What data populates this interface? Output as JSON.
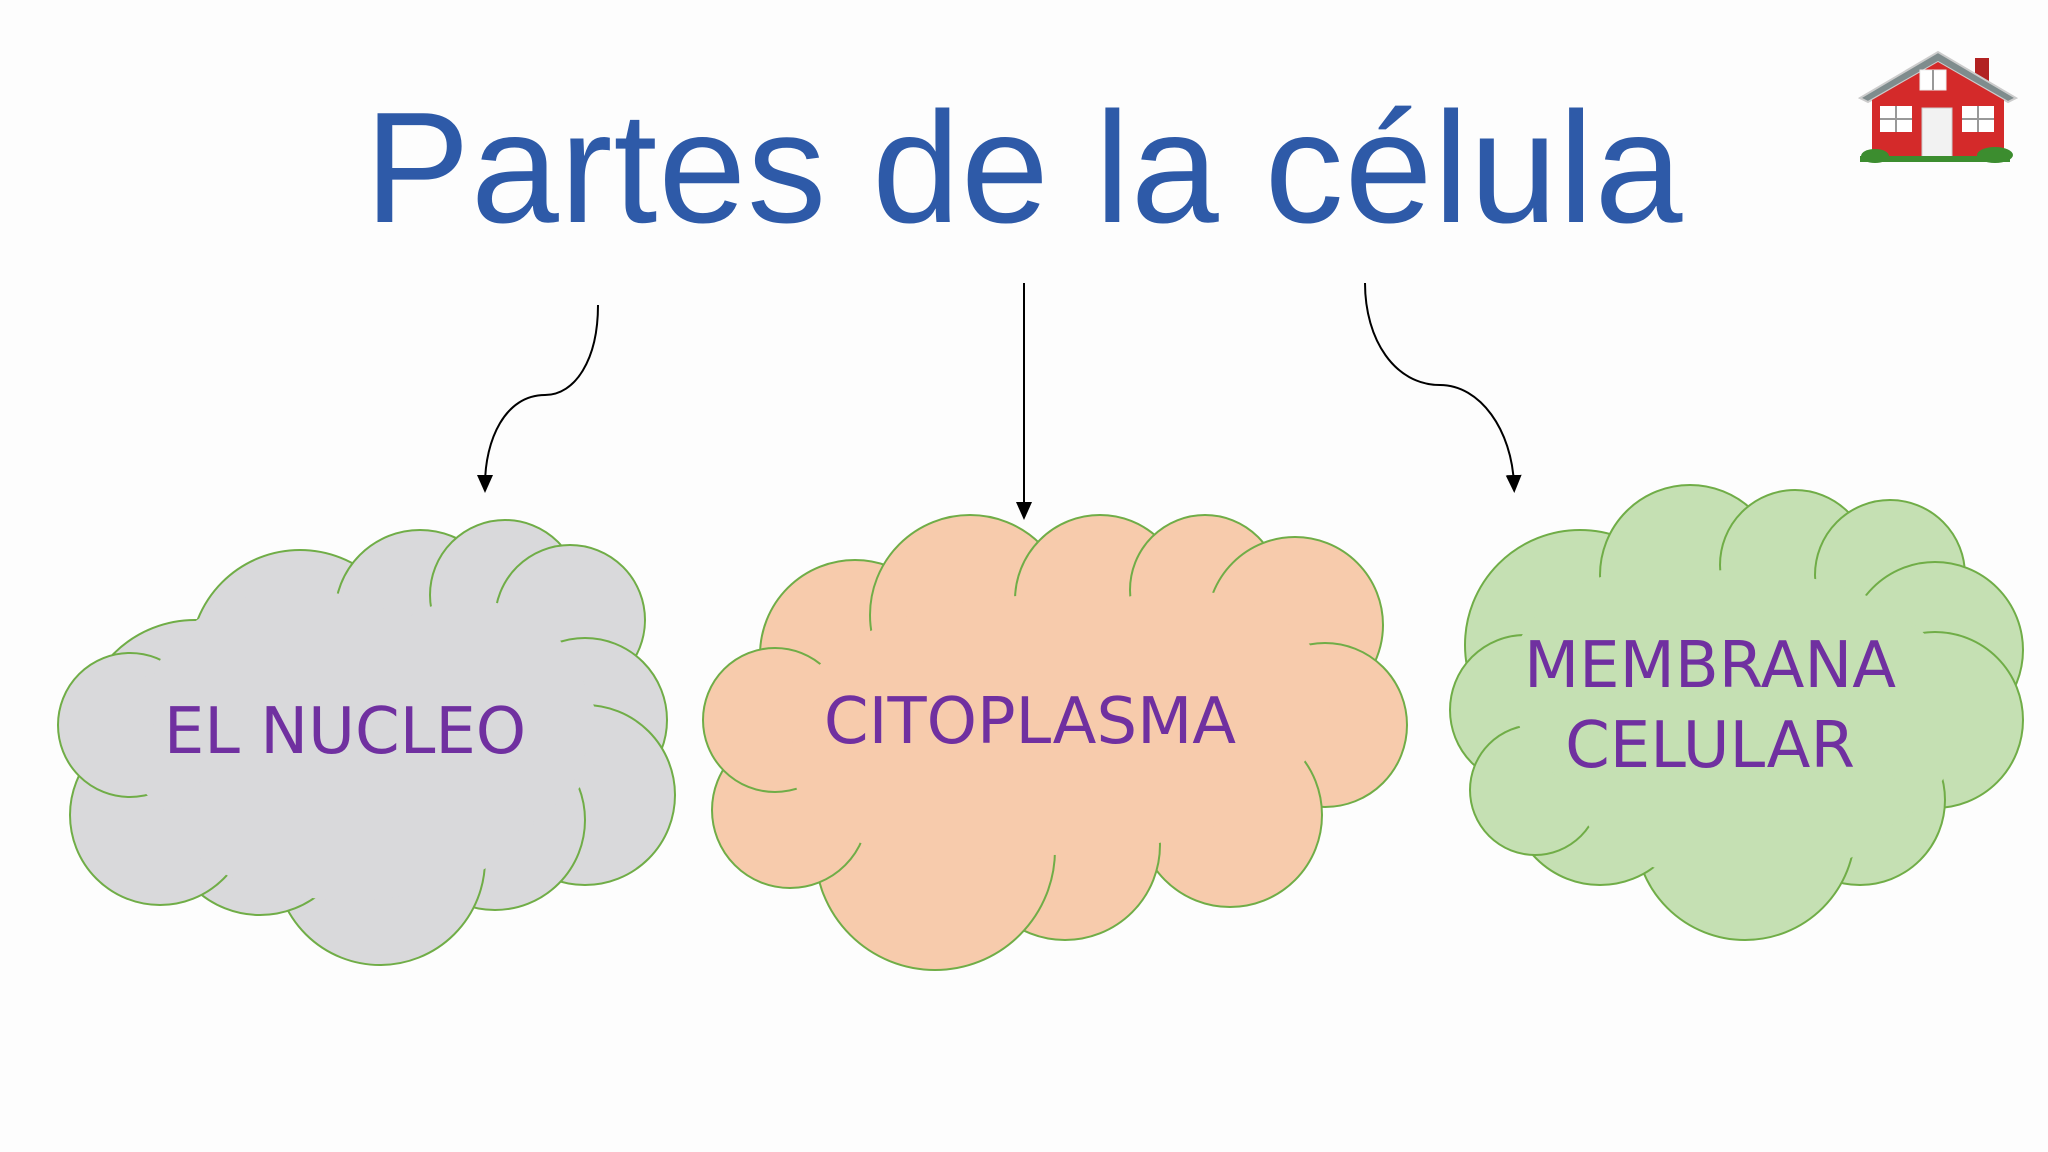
{
  "title": "Partes de la célula",
  "home_icon": "house-icon",
  "clouds": [
    {
      "label": "EL NUCLEO",
      "fill": "#d9d9db"
    },
    {
      "label": "CITOPLASMA",
      "fill": "#f7cbac"
    },
    {
      "label": "MEMBRANA CELULAR",
      "lines": [
        "MEMBRANA",
        "CELULAR"
      ],
      "fill": "#c5e0b3"
    }
  ],
  "colors": {
    "title": "#2e5aa8",
    "label": "#7030a0",
    "cloud_outline": "#70ad47",
    "arrow": "#000000"
  }
}
